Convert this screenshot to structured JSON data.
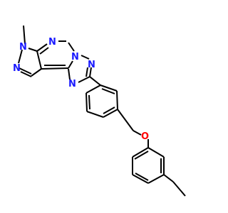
{
  "molecule": {
    "atoms": {
      "n_methyl": "N",
      "n_pyrazole": "N",
      "n_pyrimidine": "N",
      "n_bridge": "N",
      "n_triazole_top": "N",
      "n_triazole_bottom": "N",
      "o_ether": "O"
    }
  },
  "colors": {
    "nitrogen": "#1a1aff",
    "oxygen": "#ff0000",
    "carbon_bond": "#000000",
    "background": "#ffffff"
  }
}
